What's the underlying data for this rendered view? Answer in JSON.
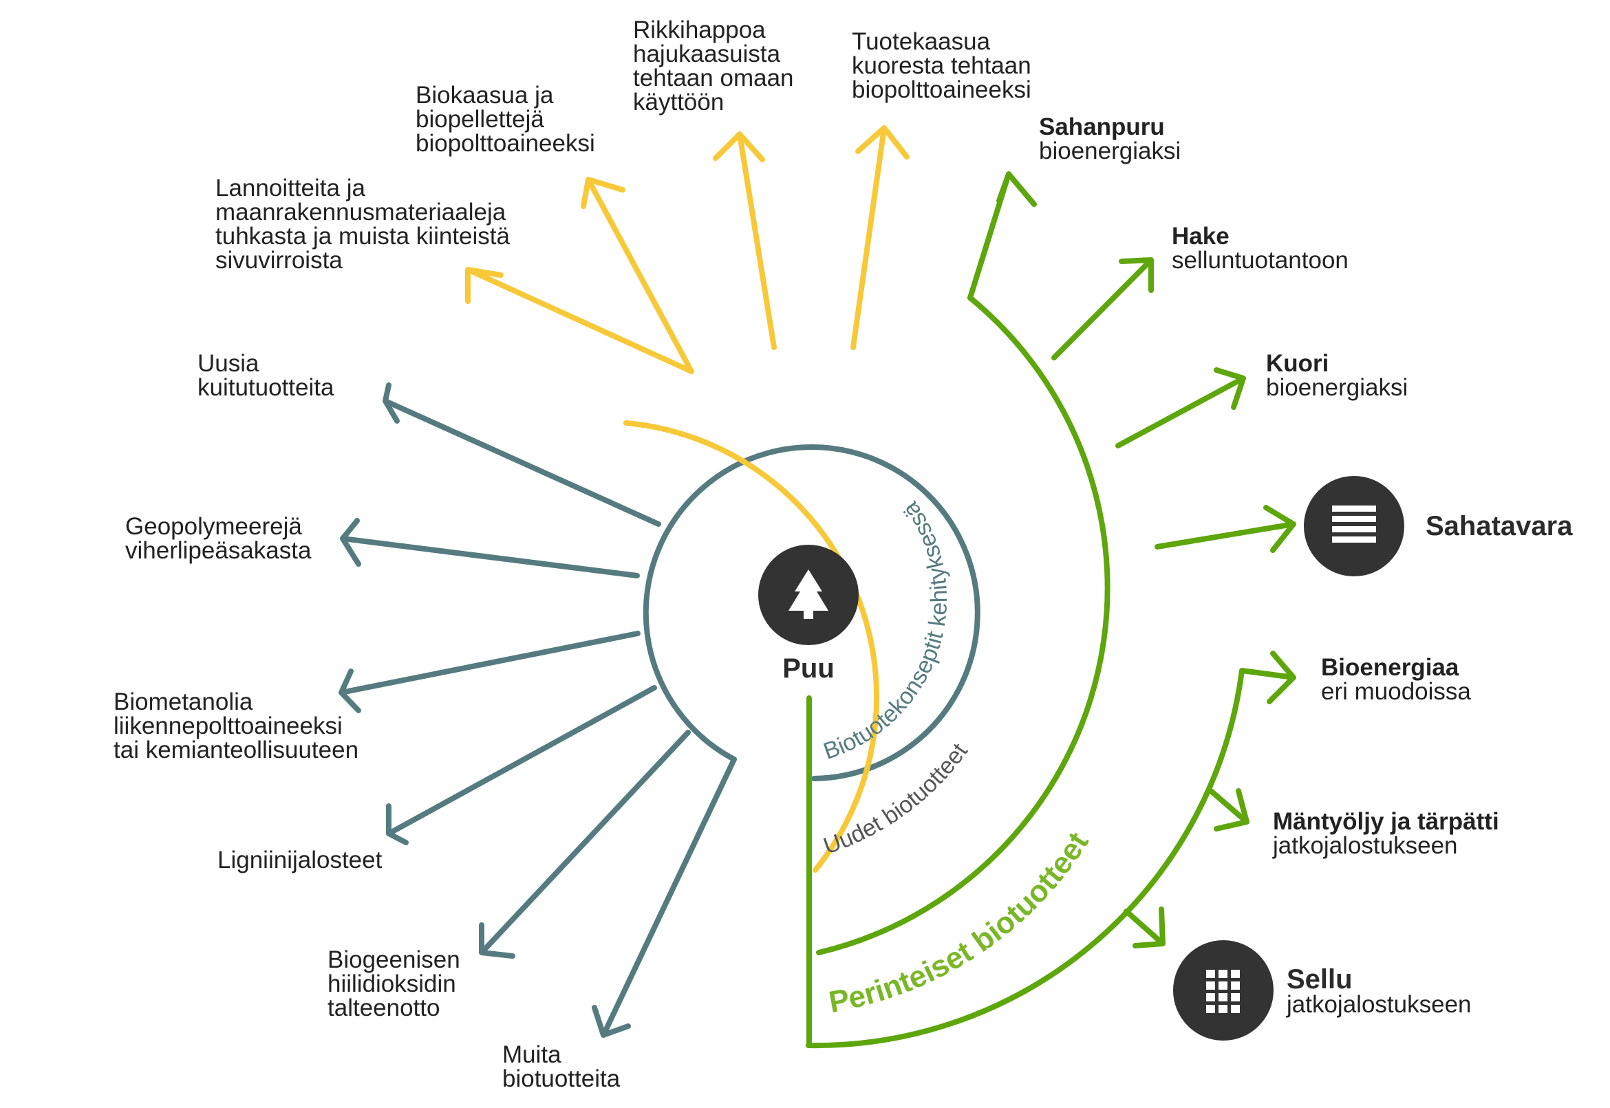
{
  "colors": {
    "teal": "#557b80",
    "yellow": "#f7c938",
    "green": "#5da60b",
    "green_text": "#7ab728",
    "dark": "#333333"
  },
  "center": {
    "label": "Puu",
    "icon": "tree-icon"
  },
  "arcs": {
    "inner": "Biotuotekonseptit kehityksessä",
    "middle": "Uudet biotuotteet",
    "outer": "Perinteiset biotuotteet"
  },
  "teal_labels": [
    [
      "Uusia",
      "kuitutuotteita"
    ],
    [
      "Geopolymeerejä",
      "viherlipeäsakasta"
    ],
    [
      "Biometanolia",
      "liikennepolttoaineeksi",
      "tai kemianteollisuuteen"
    ],
    [
      "Ligniinijalosteet"
    ],
    [
      "Biogeenisen",
      "hiilidioksidin",
      "talteenotto"
    ],
    [
      "Muita",
      "biotuotteita"
    ]
  ],
  "yellow_labels": [
    [
      "Lannoitteita ja",
      "maanrakennusmateriaaleja",
      "tuhkasta ja muista kiinteistä",
      "sivuvirroista"
    ],
    [
      "Biokaasua ja",
      "biopellettejä",
      "biopolttoaineeksi"
    ],
    [
      "Rikkihappoa",
      "hajukaasuista",
      "tehtaan omaan",
      "käyttöön"
    ],
    [
      "Tuotekaasua",
      "kuoresta tehtaan",
      "biopolttoaineeksi"
    ]
  ],
  "green_labels": [
    {
      "title": "Sahanpuru",
      "sub": "bioenergiaksi"
    },
    {
      "title": "Hake",
      "sub": "selluntuotantoon"
    },
    {
      "title": "Kuori",
      "sub": "bioenergiaksi"
    },
    {
      "title": "Sahatavara",
      "sub": "",
      "icon": "planks-icon"
    },
    {
      "title": "Bioenergiaa",
      "sub": "eri muodoissa"
    },
    {
      "title": "Mäntyöljy ja tärpätti",
      "sub": "jatkojalostukseen"
    },
    {
      "title": "Sellu",
      "sub": "jatkojalostukseen",
      "icon": "pulp-bales-icon"
    }
  ]
}
